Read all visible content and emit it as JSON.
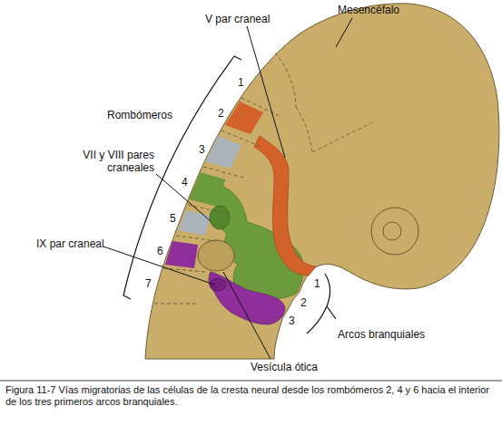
{
  "diagram": {
    "caption": "Figura 11-7 Vías migratorias de las células de la cresta neural desde los rombómeros 2, 4 y 6 hacia el interior de los tres primeros arcos branquiales.",
    "labels": [
      "Mesencéfalo",
      "V par craneal",
      "Rombómeros",
      "1",
      "2",
      "3",
      "4",
      "5",
      "6",
      "7",
      "VII y VIII pares craneales",
      "IX par craneal",
      "1",
      "2",
      "3",
      "Arcos branquiales",
      "Vesícula ótica"
    ]
  }
}
